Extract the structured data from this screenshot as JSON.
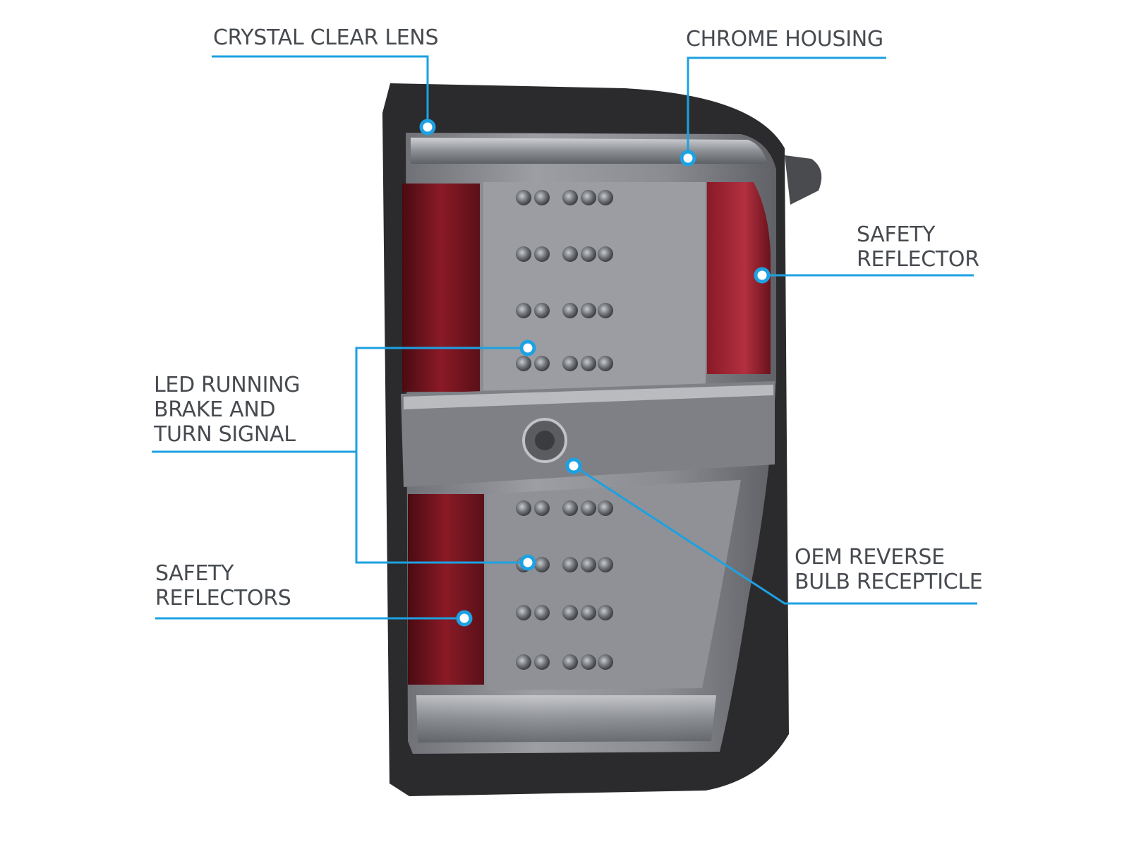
{
  "colors": {
    "callout": "#1da1e2",
    "label_text": "#474b50",
    "housing_dark": "#2b2b2d",
    "lens_smoke": "#8a8c90",
    "reflector_red": "#7a1520"
  },
  "callouts": {
    "crystal_clear_lens": [
      "CRYSTAL CLEAR LENS"
    ],
    "chrome_housing": [
      "CHROME HOUSING"
    ],
    "safety_reflector": [
      "SAFETY",
      "REFLECTOR"
    ],
    "led_signal": [
      "LED RUNNING",
      "BRAKE AND",
      "TURN SIGNAL"
    ],
    "oem_reverse": [
      "OEM REVERSE",
      "BULB RECEPTICLE"
    ],
    "safety_reflectors": [
      "SAFETY",
      "REFLECTORS"
    ]
  }
}
